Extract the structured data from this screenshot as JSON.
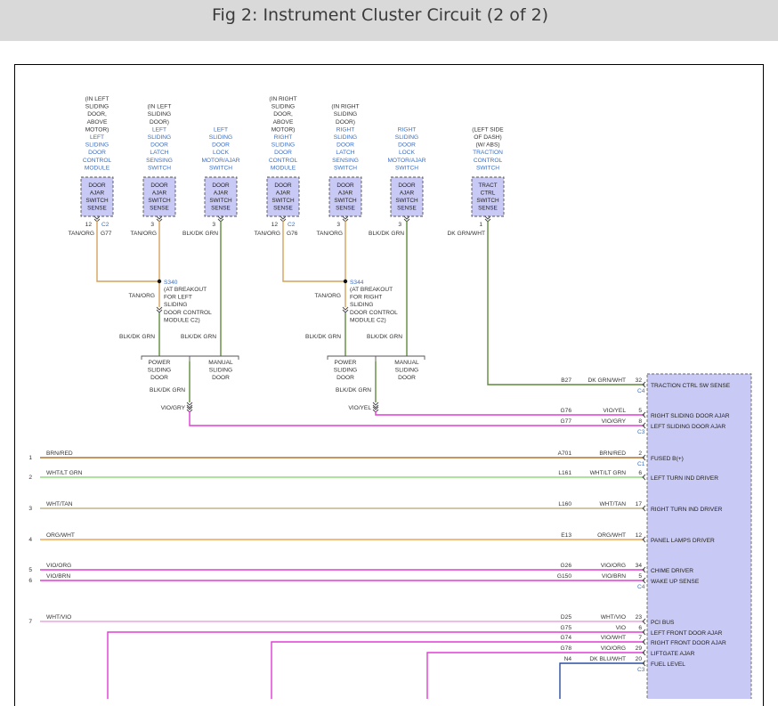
{
  "title": "Fig 2: Instrument Cluster Circuit (2 of 2)",
  "colors": {
    "orange": "#d4a25a",
    "green": "#5f8a3c",
    "pink": "#e23bd6",
    "light_green": "#8fdc7a",
    "brown": "#b5702a",
    "tan": "#c4b48c",
    "org": "#f0a550",
    "link": "#3b6fc2",
    "box": "#c9c9f5"
  },
  "switches": [
    {
      "id": "s1",
      "loc": "(IN LEFT|SLIDING|DOOR,|ABOVE|MOTOR)",
      "name": "LEFT|SLIDING|DOOR|CONTROL|MODULE",
      "box": "DOOR|AJAR|SWITCH|SENSE",
      "pin": "12",
      "conn": "C2",
      "wire": "TAN/ORG",
      "circ": "G77"
    },
    {
      "id": "s2",
      "loc": "(IN LEFT|SLIDING|DOOR)",
      "name": "LEFT|SLIDING|DOOR|LATCH|SENSING|SWITCH",
      "box": "DOOR|AJAR|SWITCH|SENSE",
      "pin": "3",
      "conn": "",
      "wire": "TAN/ORG",
      "circ": ""
    },
    {
      "id": "s3",
      "loc": "",
      "name": "LEFT|SLIDING|DOOR|LOCK|MOTOR/AJAR|SWITCH",
      "box": "DOOR|AJAR|SWITCH|SENSE",
      "pin": "3",
      "conn": "",
      "wire": "BLK/DK GRN",
      "circ": ""
    },
    {
      "id": "s4",
      "loc": "(IN RIGHT|SLIDING|DOOR,|ABOVE|MOTOR)",
      "name": "RIGHT|SLIDING|DOOR|CONTROL|MODULE",
      "box": "DOOR|AJAR|SWITCH|SENSE",
      "pin": "12",
      "conn": "C2",
      "wire": "TAN/ORG",
      "circ": "G76"
    },
    {
      "id": "s5",
      "loc": "(IN RIGHT|SLIDING|DOOR)",
      "name": "RIGHT|SLIDING|DOOR|LATCH|SENSING|SWITCH",
      "box": "DOOR|AJAR|SWITCH|SENSE",
      "pin": "3",
      "conn": "",
      "wire": "TAN/ORG",
      "circ": ""
    },
    {
      "id": "s6",
      "loc": "",
      "name": "RIGHT|SLIDING|DOOR|LOCK|MOTOR/AJAR|SWITCH",
      "box": "DOOR|AJAR|SWITCH|SENSE",
      "pin": "3",
      "conn": "",
      "wire": "BLK/DK GRN",
      "circ": ""
    },
    {
      "id": "s7",
      "loc": "(LEFT SIDE|OF DASH)|(W/ ABS)",
      "name": "TRACTION|CONTROL|SWITCH",
      "box": "TRACT|CTRL|SWITCH|SENSE",
      "pin": "1",
      "conn": "",
      "wire": "DK GRN/WHT",
      "circ": ""
    }
  ],
  "splices": [
    {
      "id": "S340",
      "note": "(AT BREAKOUT|FOR LEFT|SLIDING|DOOR CONTROL|MODULE C2)",
      "wire_in": "TAN/ORG",
      "wire_out": "BLK/DK GRN",
      "wire_manual": "BLK/DK GRN",
      "power": "POWER|SLIDING|DOOR",
      "manual": "MANUAL|SLIDING|DOOR",
      "merged": "BLK/DK GRN",
      "to_cluster": "VIO/GRY"
    },
    {
      "id": "S344",
      "note": "(AT BREAKOUT|FOR RIGHT|SLIDING|DOOR CONTROL|MODULE C2)",
      "wire_in": "TAN/ORG",
      "wire_out": "BLK/DK GRN",
      "wire_manual": "BLK/DK GRN",
      "power": "POWER|SLIDING|DOOR",
      "manual": "MANUAL|SLIDING|DOOR",
      "merged": "BLK/DK GRN",
      "to_cluster": "VIO/YEL"
    }
  ],
  "cluster_pins": [
    {
      "circuit": "B27",
      "wire": "DK GRN/WHT",
      "pin": "32",
      "func": "TRACTION CTRL SW SENSE",
      "conn_after": "C4"
    },
    {
      "circuit": "G76",
      "wire": "VIO/YEL",
      "pin": "5",
      "func": "RIGHT SLIDING DOOR AJAR",
      "conn_after": ""
    },
    {
      "circuit": "G77",
      "wire": "VIO/GRY",
      "pin": "8",
      "func": "LEFT SLIDING DOOR AJAR",
      "conn_after": "C3"
    },
    {
      "circuit": "A701",
      "wire": "BRN/RED",
      "pin": "2",
      "func": "FUSED B(+)",
      "conn_after": "C1"
    },
    {
      "circuit": "L161",
      "wire": "WHT/LT GRN",
      "pin": "6",
      "func": "LEFT TURN IND DRIVER",
      "conn_after": ""
    },
    {
      "circuit": "L160",
      "wire": "WHT/TAN",
      "pin": "17",
      "func": "RIGHT TURN IND DRIVER",
      "conn_after": ""
    },
    {
      "circuit": "E13",
      "wire": "ORG/WHT",
      "pin": "12",
      "func": "PANEL LAMPS DRIVER",
      "conn_after": ""
    },
    {
      "circuit": "G26",
      "wire": "VIO/ORG",
      "pin": "34",
      "func": "CHIME DRIVER",
      "conn_after": ""
    },
    {
      "circuit": "G150",
      "wire": "VIO/BRN",
      "pin": "5",
      "func": "WAKE UP SENSE",
      "conn_after": "C4"
    },
    {
      "circuit": "D25",
      "wire": "WHT/VIO",
      "pin": "23",
      "func": "PCI BUS",
      "conn_after": ""
    },
    {
      "circuit": "G75",
      "wire": "VIO",
      "pin": "6",
      "func": "LEFT FRONT DOOR AJAR",
      "conn_after": ""
    },
    {
      "circuit": "G74",
      "wire": "VIO/WHT",
      "pin": "7",
      "func": "RIGHT FRONT DOOR AJAR",
      "conn_after": ""
    },
    {
      "circuit": "G78",
      "wire": "VIO/ORG",
      "pin": "29",
      "func": "LIFTGATE AJAR",
      "conn_after": ""
    },
    {
      "circuit": "N4",
      "wire": "DK BLU/WHT",
      "pin": "20",
      "func": "FUEL LEVEL",
      "conn_after": "C3"
    }
  ],
  "left_refs": [
    {
      "num": "1",
      "wire": "BRN/RED"
    },
    {
      "num": "2",
      "wire": "WHT/LT GRN"
    },
    {
      "num": "3",
      "wire": "WHT/TAN"
    },
    {
      "num": "4",
      "wire": "ORG/WHT"
    },
    {
      "num": "5",
      "wire": "VIO/ORG"
    },
    {
      "num": "6",
      "wire": "VIO/BRN"
    },
    {
      "num": "7",
      "wire": "WHT/VIO"
    }
  ]
}
